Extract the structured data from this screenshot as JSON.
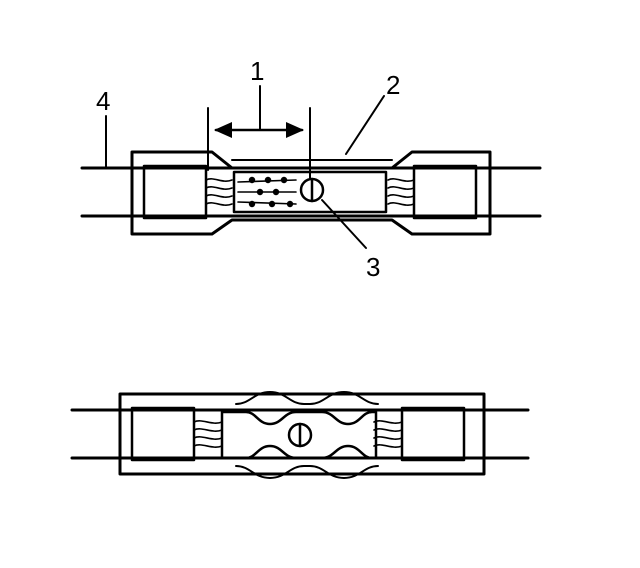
{
  "diagram": {
    "callouts": [
      {
        "id": "dimension",
        "label": "1"
      },
      {
        "id": "sleeve",
        "label": "2"
      },
      {
        "id": "inspection-hole",
        "label": "3"
      },
      {
        "id": "wire",
        "label": "4"
      }
    ],
    "colors": {
      "ink": "#000000",
      "paper": "#ffffff"
    }
  }
}
